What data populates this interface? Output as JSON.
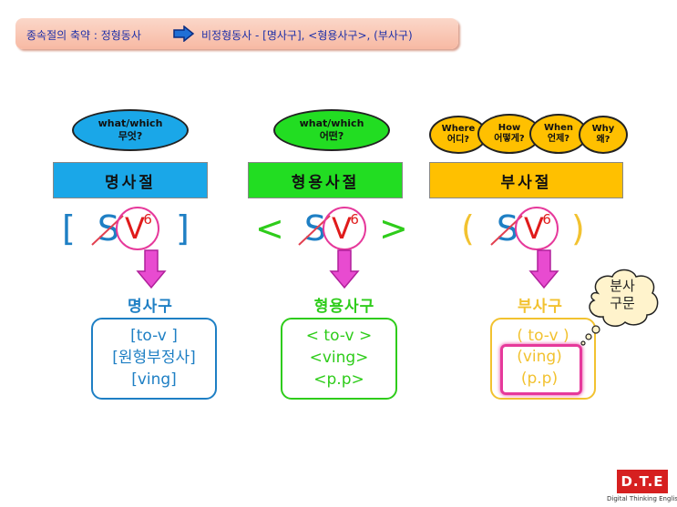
{
  "banner": {
    "left_text": "종속절의 축약 : 정형동사",
    "right_text": "비정형동사 - [명사구], <형용사구>, (부사구)"
  },
  "columns": [
    {
      "bubbles": [
        {
          "line1": "what/which",
          "line2": "무엇?"
        }
      ],
      "clause_label": "명사절",
      "open_bracket": "[",
      "close_bracket": "]",
      "subject": "S",
      "verb": "V",
      "superscript": "6",
      "phrase_label": "명사구",
      "forms": [
        "[to-v ]",
        "[원형부정사]",
        "[ving]"
      ],
      "color": "#1e7fc4",
      "bar_color": "#1aa7e8"
    },
    {
      "bubbles": [
        {
          "line1": "what/which",
          "line2": "어떤?"
        }
      ],
      "clause_label": "형용사절",
      "open_bracket": "<",
      "close_bracket": ">",
      "subject": "S",
      "verb": "V",
      "superscript": "6",
      "phrase_label": "형용사구",
      "forms": [
        "< to-v >",
        "<ving>",
        "<p.p>"
      ],
      "color": "#2ecc1a",
      "bar_color": "#22dd22"
    },
    {
      "bubbles": [
        {
          "line1": "Where",
          "line2": "어디?"
        },
        {
          "line1": "How",
          "line2": "어떻게?"
        },
        {
          "line1": "When",
          "line2": "언제?"
        },
        {
          "line1": "Why",
          "line2": "왜?"
        }
      ],
      "clause_label": "부사절",
      "open_bracket": "(",
      "close_bracket": ")",
      "subject": "S",
      "verb": "V",
      "superscript": "6",
      "phrase_label": "부사구",
      "forms": [
        "( to-v )",
        "(ving)",
        "(p.p)"
      ],
      "color": "#f2c230",
      "bar_color": "#ffc000"
    }
  ],
  "thought_bubble": {
    "line1": "분사",
    "line2": "구문"
  },
  "logo": {
    "mark": "D.T.E",
    "caption": "Digital Thinking English"
  },
  "colors": {
    "highlight": "#e6399b",
    "arrow": "#e84bd0",
    "slash": "#e24050"
  }
}
